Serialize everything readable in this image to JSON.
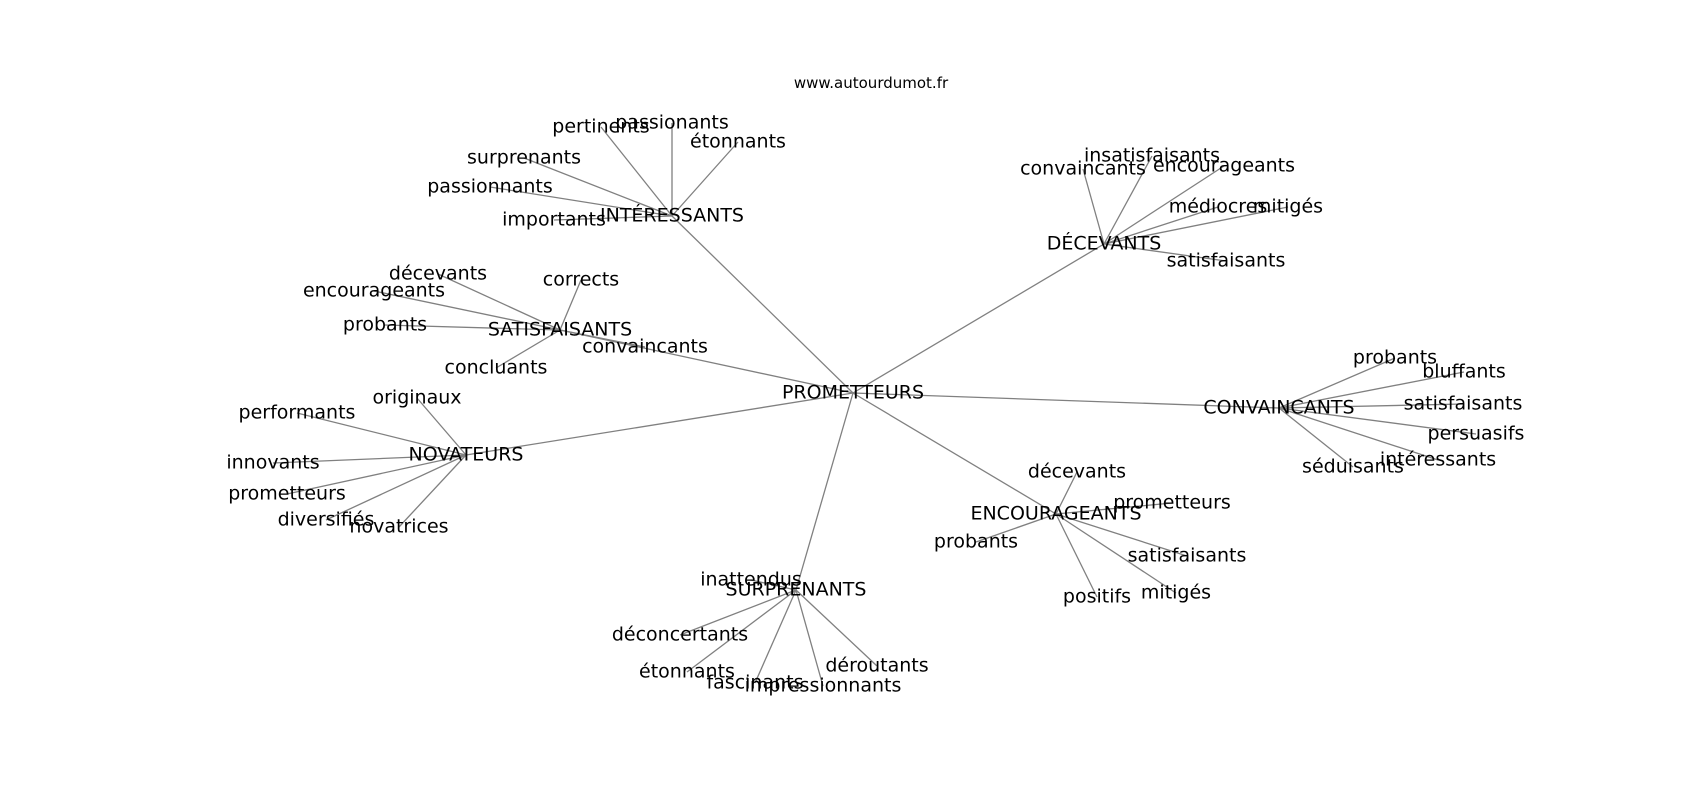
{
  "header": {
    "site": "www.autourdumot.fr"
  },
  "colors": {
    "edge": "#808080",
    "text": "#000000",
    "background": "#ffffff"
  },
  "graph": {
    "center": "PROMETTEURS",
    "clusters": [
      {
        "label": "INTÉRESSANTS",
        "words": [
          "pertinents",
          "passionants",
          "étonnants",
          "surprenants",
          "passionnants",
          "importants"
        ]
      },
      {
        "label": "DÉCEVANTS",
        "words": [
          "insatisfaisants",
          "convaincants",
          "encourageants",
          "médiocres",
          "mitigés",
          "satisfaisants"
        ]
      },
      {
        "label": "SATISFAISANTS",
        "words": [
          "décevants",
          "corrects",
          "encourageants",
          "probants",
          "convaincants",
          "concluants"
        ]
      },
      {
        "label": "CONVAINCANTS",
        "words": [
          "probants",
          "bluffants",
          "satisfaisants",
          "persuasifs",
          "intéressants",
          "séduisants"
        ]
      },
      {
        "label": "NOVATEURS",
        "words": [
          "originaux",
          "performants",
          "innovants",
          "prometteurs",
          "diversifiés",
          "novatrices"
        ]
      },
      {
        "label": "ENCOURAGEANTS",
        "words": [
          "décevants",
          "prometteurs",
          "probants",
          "satisfaisants",
          "mitigés",
          "positifs"
        ]
      },
      {
        "label": "SURPRENANTS",
        "words": [
          "inattendus",
          "déconcertants",
          "étonnants",
          "fascinants",
          "impressionnants",
          "déroutants"
        ]
      }
    ]
  }
}
